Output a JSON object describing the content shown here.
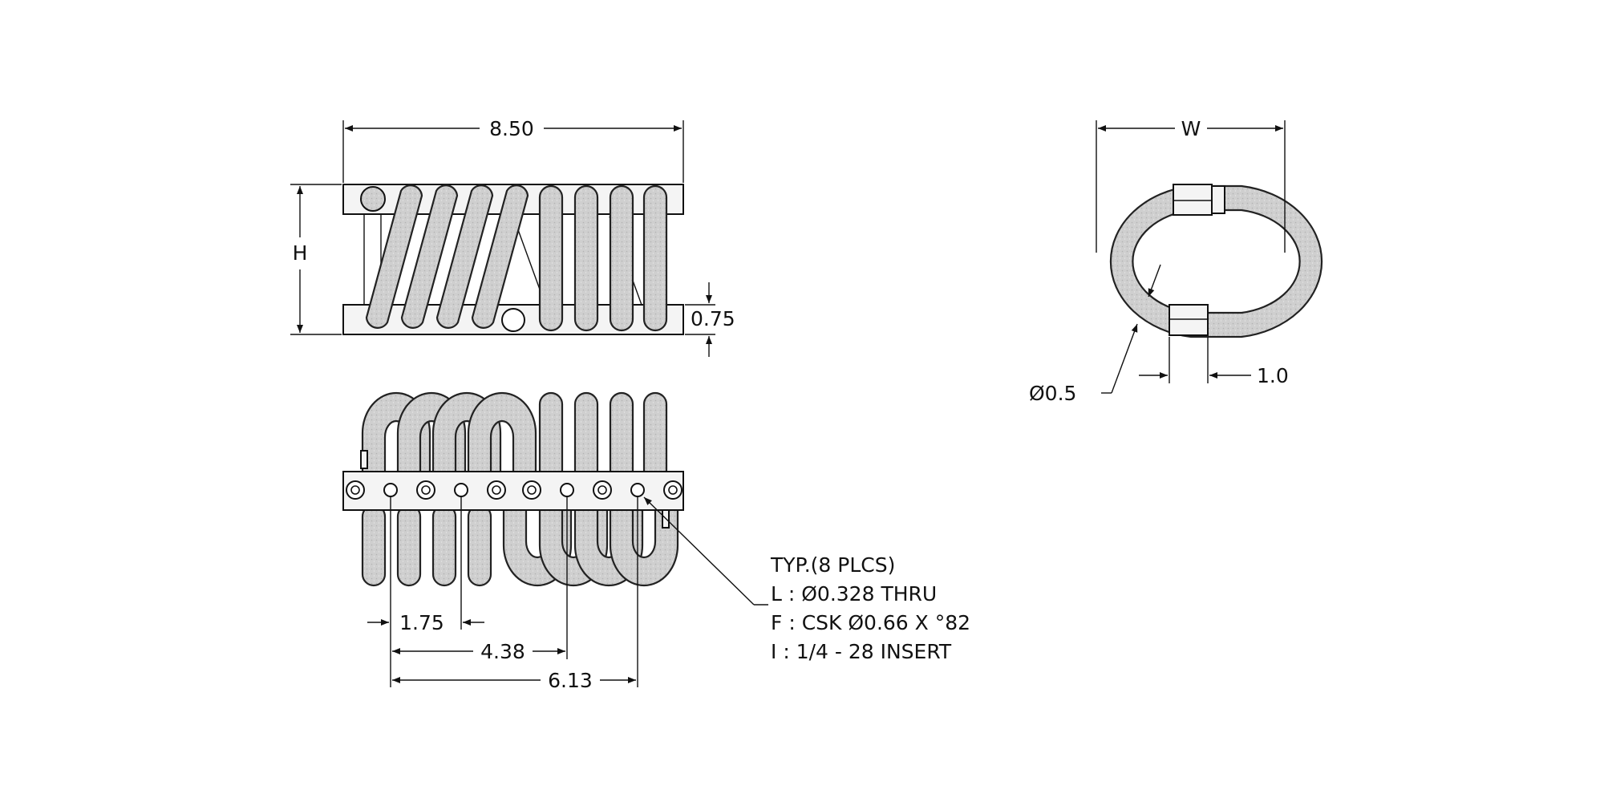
{
  "top_view": {
    "width_dim": "8.50",
    "height_dim": "H",
    "bar_thickness_dim": "0.75"
  },
  "end_view": {
    "width_dim": "W",
    "cable_dia_dim": "Ø0.5",
    "bar_width_dim": "1.0"
  },
  "front_view": {
    "dim_1": "1.75",
    "dim_2": "4.38",
    "dim_3": "6.13"
  },
  "callout": {
    "lines": [
      "TYP.(8 PLCS)",
      "L : Ø0.328 THRU",
      "F : CSK Ø0.66 X °82",
      "I : 1/4 - 28 INSERT"
    ]
  },
  "colors": {
    "line": "#111111",
    "coil_fill": "#cfcfcf",
    "bar_fill": "#f4f4f4"
  }
}
